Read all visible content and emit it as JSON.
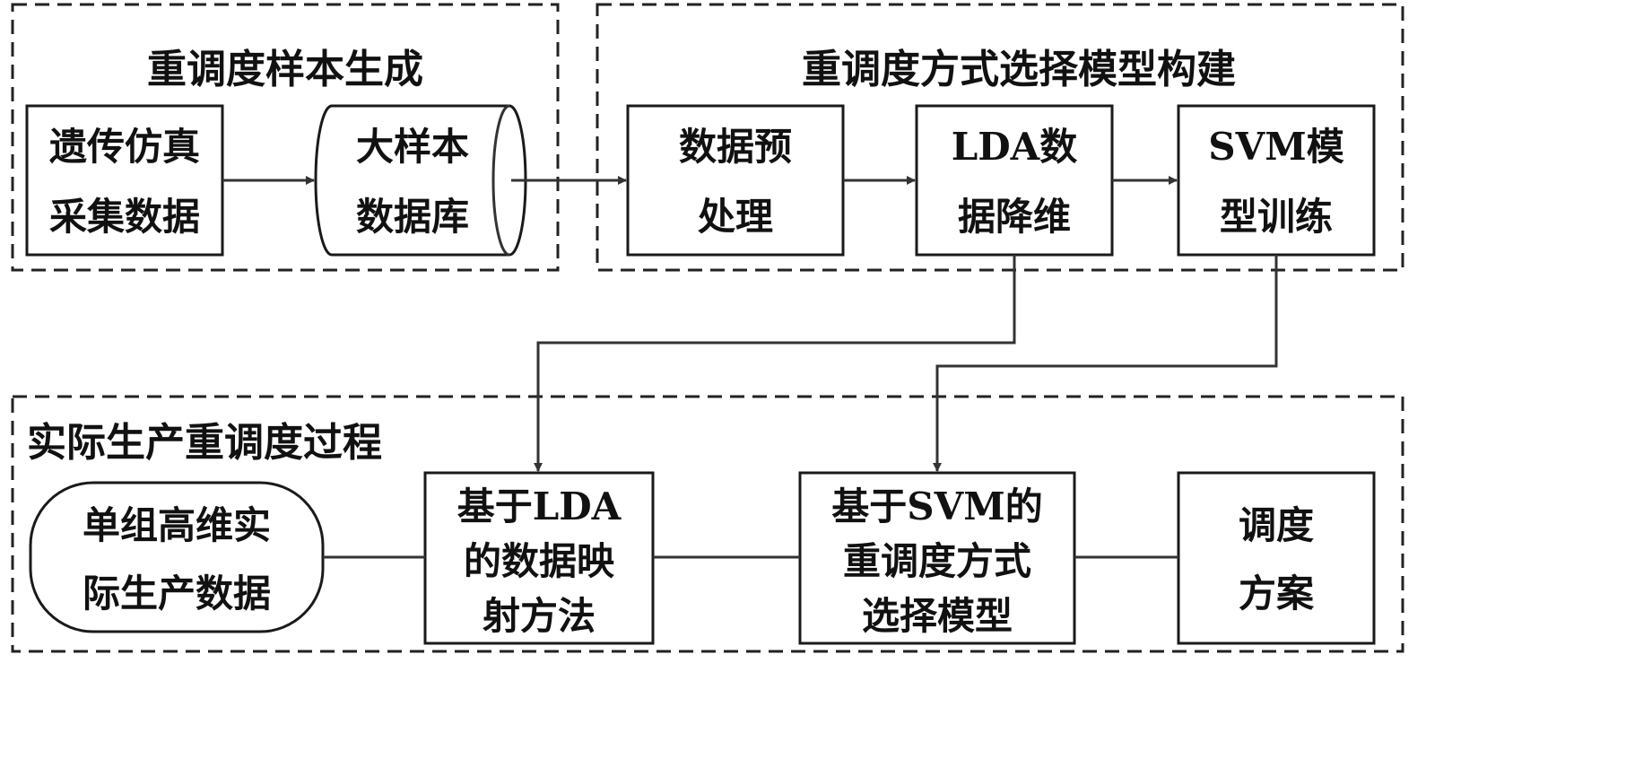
{
  "sections": {
    "sample_generation": {
      "title": "重调度样本生成"
    },
    "model_building": {
      "title": "重调度方式选择模型构建"
    },
    "production": {
      "title": "实际生产重调度过程"
    }
  },
  "nodes": {
    "genetic_sim": {
      "lines": [
        "遗传仿真",
        "采集数据"
      ]
    },
    "sample_db": {
      "lines": [
        "大样本",
        "数据库"
      ]
    },
    "preprocess": {
      "lines": [
        "数据预",
        "处理"
      ]
    },
    "lda_reduce": {
      "lines": [
        "LDA数",
        "据降维"
      ]
    },
    "svm_train": {
      "lines": [
        "SVM模",
        "型训练"
      ]
    },
    "real_data": {
      "lines": [
        "单组高维实",
        "际生产数据"
      ]
    },
    "lda_mapping": {
      "lines": [
        "基于LDA",
        "的数据映",
        "射方法"
      ]
    },
    "svm_select": {
      "lines": [
        "基于SVM的",
        "重调度方式",
        "选择模型"
      ]
    },
    "schedule_plan": {
      "lines": [
        "调度",
        "方案"
      ]
    }
  }
}
